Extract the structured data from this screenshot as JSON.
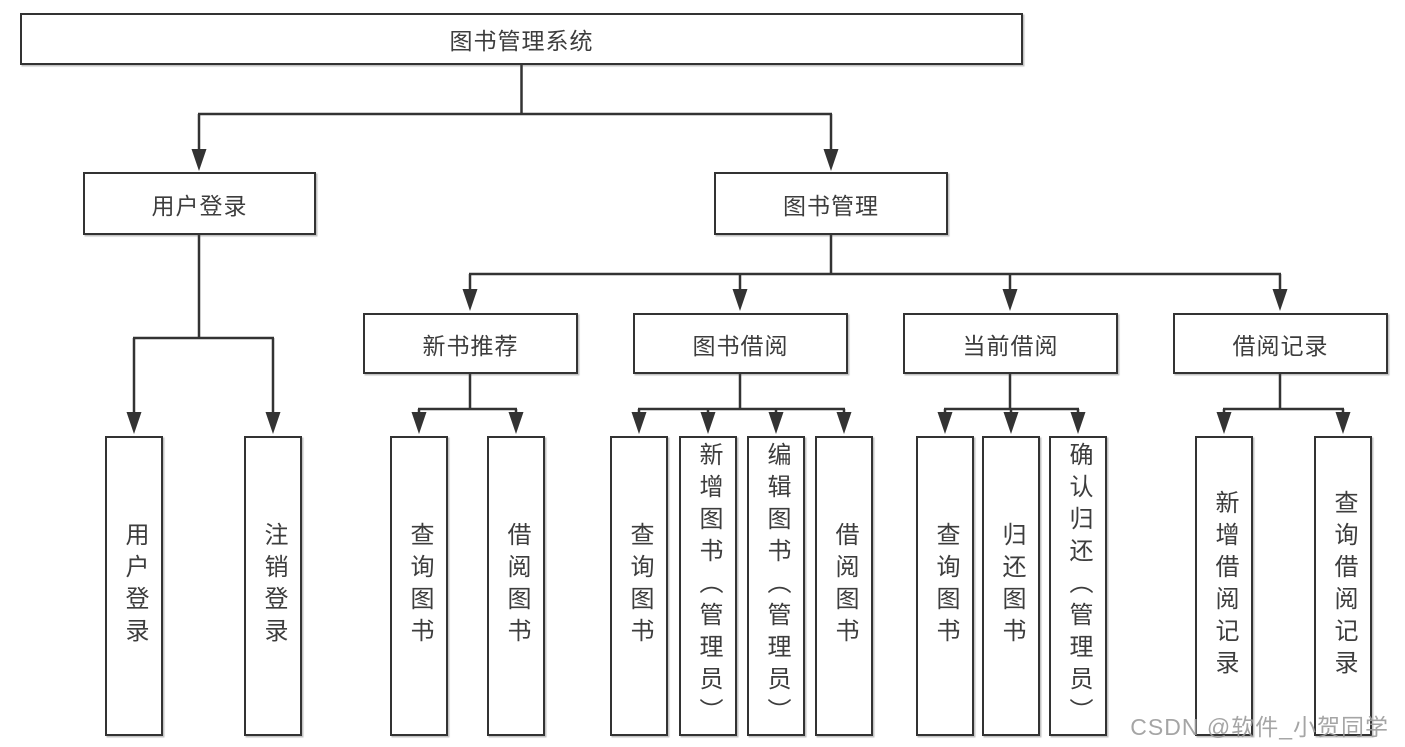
{
  "diagram": {
    "tree": {
      "root": {
        "label": "图书管理系统"
      },
      "level2": [
        {
          "label": "用户登录",
          "children": [
            {
              "label": "用户登录"
            },
            {
              "label": "注销登录"
            }
          ]
        },
        {
          "label": "图书管理",
          "children": [
            {
              "label": "新书推荐",
              "children": [
                {
                  "label": "查询图书"
                },
                {
                  "label": "借阅图书"
                }
              ]
            },
            {
              "label": "图书借阅",
              "children": [
                {
                  "label": "查询图书"
                },
                {
                  "label": "新增图书（管理员）"
                },
                {
                  "label": "编辑图书（管理员）"
                },
                {
                  "label": "借阅图书"
                }
              ]
            },
            {
              "label": "当前借阅",
              "children": [
                {
                  "label": "查询图书"
                },
                {
                  "label": "归还图书"
                },
                {
                  "label": "确认归还（管理员）"
                }
              ]
            },
            {
              "label": "借阅记录",
              "children": [
                {
                  "label": "新增借阅记录"
                },
                {
                  "label": "查询借阅记录"
                }
              ]
            }
          ]
        }
      ]
    },
    "colors": {
      "line": "#333333",
      "box_border": "#333333",
      "text": "#3d3d3d",
      "background": "#ffffff",
      "watermark": "#9b9b9b"
    }
  },
  "watermark": {
    "text": "CSDN @软件_小贺同学"
  }
}
